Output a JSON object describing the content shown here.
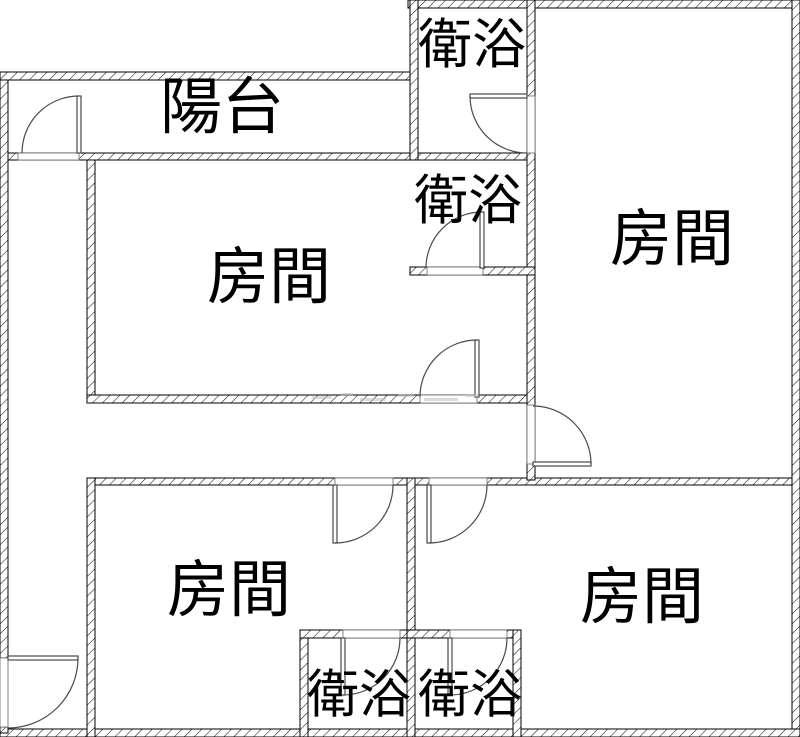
{
  "plan": {
    "type": "floor-plan",
    "colors": {
      "background": "#ffffff",
      "wall_outline": "#000000",
      "wall_hatch": "#1a1a1a",
      "door_line": "#4a4a4a",
      "watermark": "#c0c0c0"
    },
    "rooms": {
      "balcony": {
        "label": "陽台"
      },
      "bath_top": {
        "label": "衛浴"
      },
      "bath_middle": {
        "label": "衛浴"
      },
      "bedroom_upper_left": {
        "label": "房間"
      },
      "bedroom_upper_right": {
        "label": "房間"
      },
      "bedroom_lower_left": {
        "label": "房間"
      },
      "bedroom_lower_right": {
        "label": "房間"
      },
      "bath_bottom_left": {
        "label": "衛浴"
      },
      "bath_bottom_right": {
        "label": "衛浴"
      }
    }
  }
}
